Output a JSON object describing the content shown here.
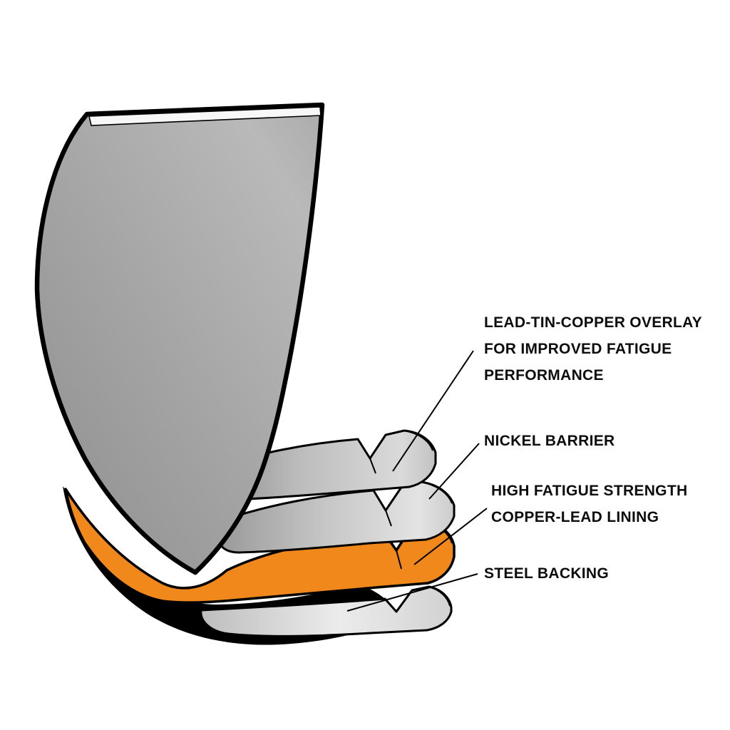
{
  "diagram": {
    "subject": "engine-bearing-layer-cutaway",
    "background": "#FFFFFF",
    "layers": [
      {
        "name": "lead-tin-copper-overlay",
        "label": "LEAD-TIN-COPPER OVERLAY\nFOR IMPROVED FATIGUE\nPERFORMANCE"
      },
      {
        "name": "nickel-barrier",
        "label": "NICKEL BARRIER"
      },
      {
        "name": "copper-lead-lining",
        "label": "HIGH FATIGUE STRENGTH\nCOPPER-LEAD LINING"
      },
      {
        "name": "steel-backing",
        "label": "STEEL BACKING"
      }
    ],
    "colors": {
      "copper_lead_lining": "#F0881C",
      "shell_gray": "#A7A7A7",
      "outline": "#000000",
      "text": "#0D0D0D"
    }
  }
}
